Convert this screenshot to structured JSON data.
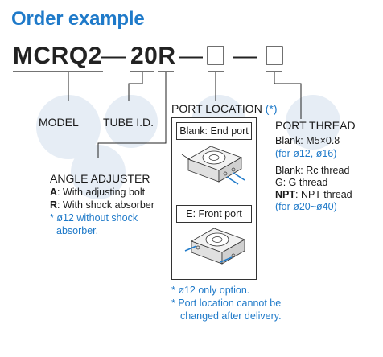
{
  "title": "Order example",
  "code": {
    "model": "MCRQ2",
    "tube": "20R",
    "dash": "—"
  },
  "labels": {
    "model": "MODEL",
    "tube": "TUBE I.D.",
    "port_location": "PORT LOCATION",
    "port_location_mark": "(*)",
    "port_thread": "PORT THREAD"
  },
  "angle_adjuster": {
    "title": "ANGLE ADJUSTER",
    "a_key": "A",
    "a_text": ": With adjusting bolt",
    "r_key": "R",
    "r_text": ": With shock absorber",
    "note_line1": "* ø12 without shock",
    "note_line2": "absorber."
  },
  "port_location": {
    "blank_label": "Blank: End port",
    "e_label": "E: Front port",
    "note1": "* ø12 only option.",
    "note2_line1": "* Port location cannot be",
    "note2_line2": "changed after delivery."
  },
  "port_thread": {
    "blank_m5": "Blank: M5×0.8",
    "blank_m5_note": "(for ø12, ø16)",
    "blank_rc": "Blank: Rc thread",
    "g_line": "G: G thread",
    "npt_key": "NPT",
    "npt_text": ": NPT thread",
    "npt_note": "(for ø20~ø40)"
  },
  "colors": {
    "accent": "#1f7ac9",
    "circle": "#e6edf5",
    "text": "#1a1a1a"
  }
}
